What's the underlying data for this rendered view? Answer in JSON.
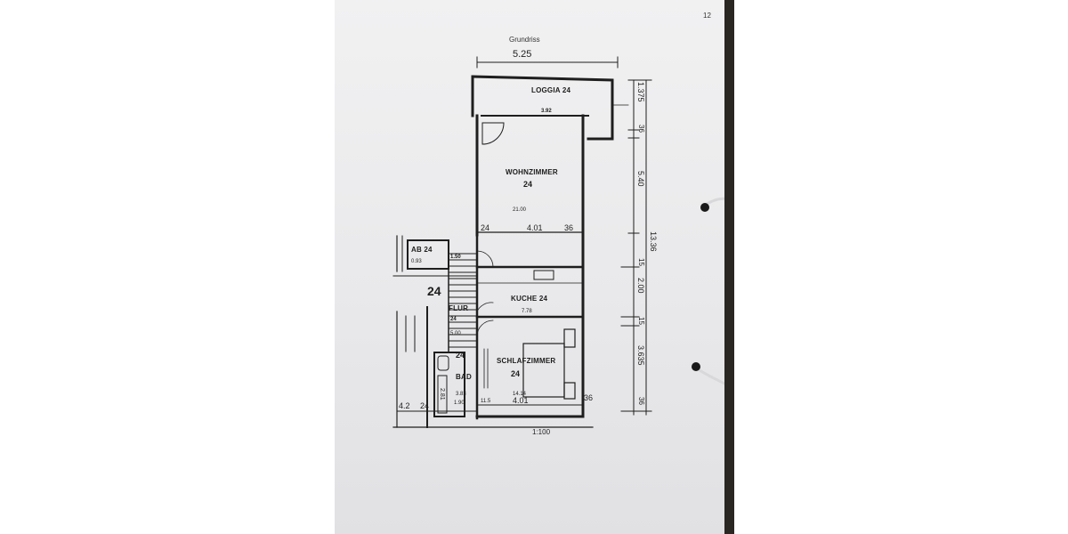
{
  "page_number": "12",
  "title": "Grundriss",
  "scale": "1:100",
  "dimensions": {
    "top_width": "5.25",
    "total_height": "13.36",
    "loggia_depth": "1.375",
    "wall_36_a": "36",
    "wohnzimmer_depth": "5.40",
    "wall_15_a": "15",
    "kueche_depth": "2.00",
    "wall_15_b": "15",
    "schlafzimmer_depth": "3.635",
    "wall_36_b": "36",
    "loggia_inner_width": "3.92",
    "wohnzimmer_width": "4.01",
    "wohnzimmer_wall_left": "24",
    "wohnzimmer_wall_right": "36",
    "schlafzimmer_width": "4.01",
    "schlafzimmer_wall_left": "11.5",
    "schlafzimmer_wall_right": "36",
    "bottom_left": "4.2",
    "bottom_left_wall": "24",
    "ab_width": "1.50",
    "bad_width": "2.81",
    "bad_depth": "1.90"
  },
  "rooms": {
    "loggia": {
      "label": "LOGGIA 24"
    },
    "wohnzimmer": {
      "label": "WOHNZIMMER",
      "unit": "24",
      "area": "21.00"
    },
    "ab": {
      "label": "AB 24",
      "area": "0.93"
    },
    "stair_unit": "24",
    "kueche": {
      "label": "KUCHE 24",
      "area": "7.78"
    },
    "flur": {
      "label": "FLUR",
      "unit": "24",
      "area": "5.00"
    },
    "bad": {
      "label": "BAD",
      "unit": "24",
      "area": "3.83"
    },
    "schlafzimmer": {
      "label": "SCHLAFZIMMER",
      "unit": "24",
      "area": "14.14"
    }
  },
  "colors": {
    "paper": "#ececee",
    "ink": "#1e1e1e",
    "background": "#2a2622"
  }
}
